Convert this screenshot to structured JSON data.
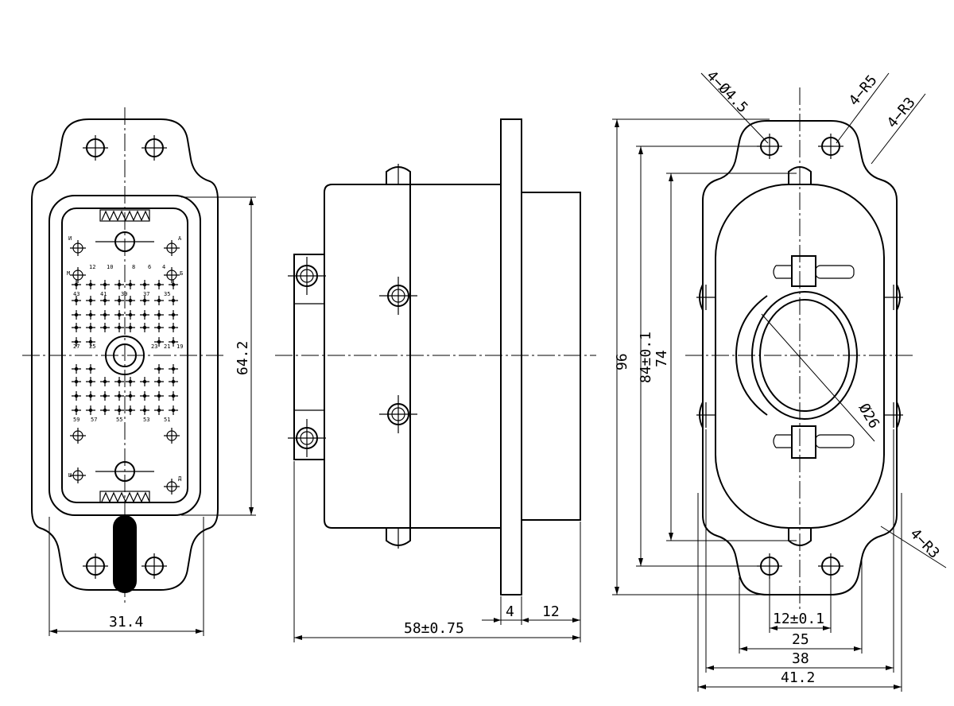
{
  "dimensions": {
    "front_width": "31.4",
    "front_height": "64.2",
    "side_length": "58±0.75",
    "flange_thickness": "4",
    "rear_length": "12",
    "overall_height": "96",
    "hole_pitch_vertical": "84±0.1",
    "cutout_height": "74",
    "hole_pitch_horizontal": "12±0.1",
    "width_25": "25",
    "width_38": "38",
    "overall_width": "41.2",
    "bore_diameter": "Ø26"
  },
  "callouts": {
    "mounting_holes": "4−Ø4.5",
    "corner_radius_5": "4−R5",
    "corner_radius_3_top": "4−R3",
    "corner_radius_3_bottom": "4−R3"
  },
  "pin_labels": {
    "top_left": "И",
    "top_right": "A",
    "left_mid": "М",
    "right_mid": "Б",
    "bottom_left": "Ш",
    "bottom_right": "Д",
    "row_a": [
      "12",
      "10",
      "8",
      "6",
      "4"
    ],
    "row_b": [
      "43",
      "41",
      "39",
      "37",
      "35"
    ],
    "row_c": [
      "27",
      "25",
      "23",
      "21",
      "19"
    ],
    "row_d": [
      "59",
      "57",
      "55",
      "53",
      "51"
    ]
  }
}
